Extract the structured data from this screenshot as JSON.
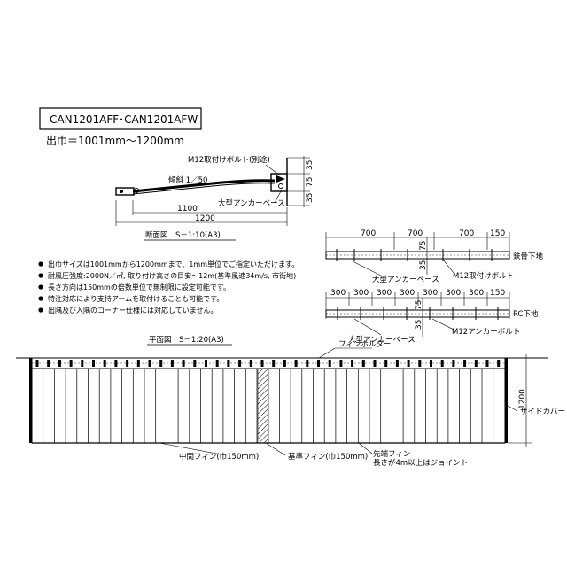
{
  "header": {
    "model": "CAN1201AFF･CAN1201AFW",
    "width_range": "出巾＝1001mm～1200mm"
  },
  "section": {
    "bolt_label": "M12取付けボルト(別途)",
    "slope_label": "傾斜 1／50",
    "anchor_label": "大型アンカーベース",
    "dims": {
      "d35a": "35",
      "d75": "75",
      "d35b": "35",
      "d1100": "1100",
      "d1200": "1200"
    },
    "caption": "断面図　S－1:10(A3)"
  },
  "steel_detail": {
    "dims": [
      "700",
      "700",
      "700",
      "150"
    ],
    "d75": "75",
    "d35": "35",
    "anchor_label": "大型アンカーベース",
    "bolt_label": "M12取付けボルト",
    "base_label": "鉄骨下地"
  },
  "rc_detail": {
    "dims": [
      "300",
      "300",
      "300",
      "300",
      "300",
      "300",
      "300",
      "150"
    ],
    "d75": "75",
    "d35": "35",
    "anchor_label": "大型アンカーベース",
    "bolt_label": "M12アンカーボルト",
    "base_label": "RC下地"
  },
  "notes": [
    "出巾サイズは1001mmから1200mmまで、1mm単位でご指定いただけます。",
    "耐風圧強度:2000N／㎡, 取り付け高さの目安～12m(基準風速34m/s, 市街地)",
    "長さ方向は150mmの倍数単位で無制限に設定可能です。",
    "特注対応により支持アームを取付けることも可能です。",
    "出隅及び入隅のコーナー仕様には対応していません。"
  ],
  "plan": {
    "caption": "平面図　S－1:20(A3)",
    "fin_holder_label": "フィンホルダー",
    "dim_1200": "1200",
    "side_cover_label": "サイドカバー",
    "mid_fin_label": "中間フィン(巾150mm)",
    "base_fin_label": "基準フィン(巾150mm)",
    "tip_fin_label": "先端フィン",
    "joint_note": "長さが4m以上はジョイント"
  }
}
